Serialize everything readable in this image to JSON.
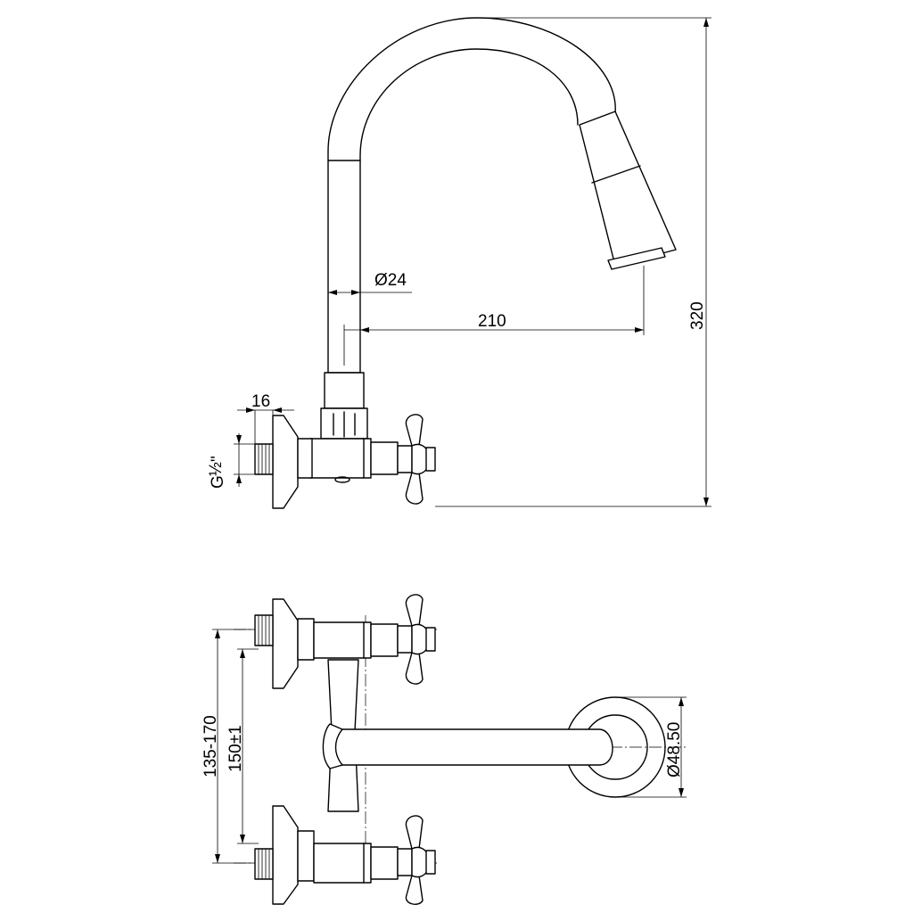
{
  "dimensions": {
    "spout_diameter": "Ø24",
    "reach": "210",
    "height": "320",
    "inlet_depth": "16",
    "thread_prefix": "G",
    "thread_fraction": "½",
    "thread_suffix": "\"",
    "center_range": "135-170",
    "center_nominal": "150±1",
    "flange_diameter": "Ø48.50"
  }
}
